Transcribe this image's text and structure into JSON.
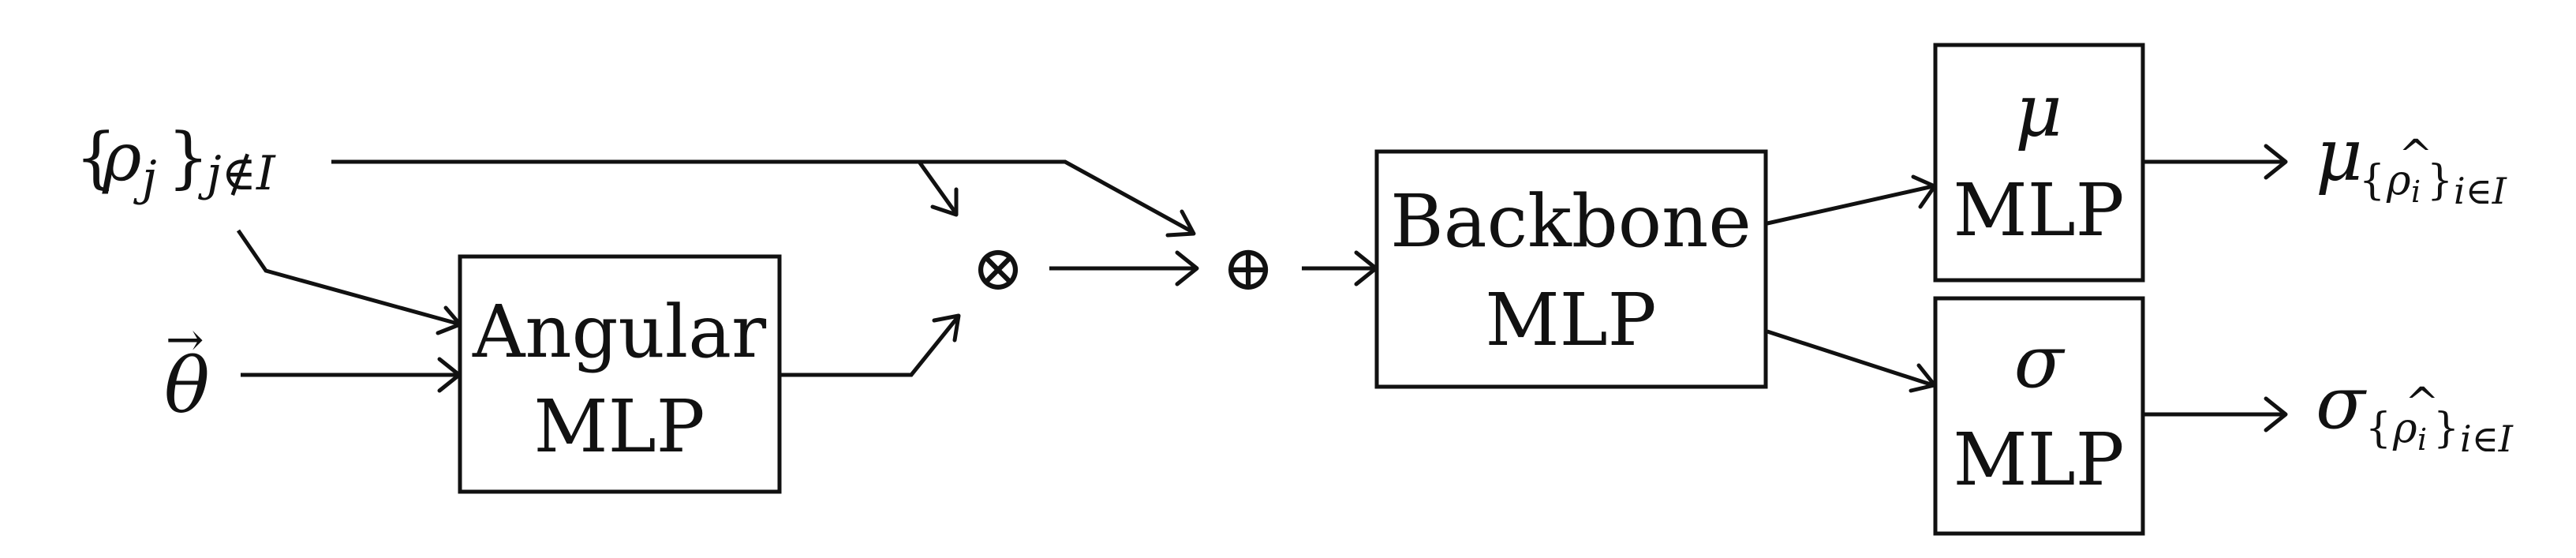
{
  "inputs": {
    "rho_set": {
      "symbol": "ρ",
      "sub_index": "j",
      "set_sub": "j∉I"
    },
    "theta": {
      "symbol": "θ",
      "vector_mark": "→"
    }
  },
  "operators": {
    "multiply": "⊗",
    "add": "⊕"
  },
  "blocks": {
    "angular": {
      "line1": "Angular",
      "line2": "MLP"
    },
    "backbone": {
      "line1": "Backbone",
      "line2": "MLP"
    },
    "mu": {
      "line1": "μ",
      "line2": "MLP"
    },
    "sigma": {
      "line1": "σ",
      "line2": "MLP"
    }
  },
  "outputs": {
    "mu": {
      "symbol": "μ",
      "inner_symbol": "ρ",
      "inner_index": "i",
      "hat_mark": "^",
      "set_sub": "i∈I"
    },
    "sigma": {
      "symbol": "σ",
      "inner_symbol": "ρ",
      "inner_index": "i",
      "hat_mark": "^",
      "set_sub": "i∈I"
    }
  }
}
